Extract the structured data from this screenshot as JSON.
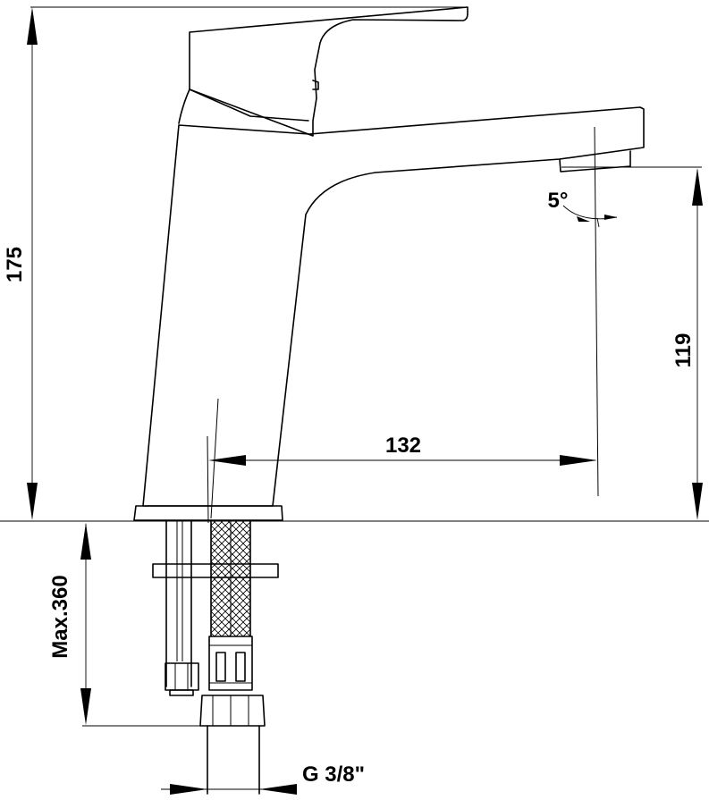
{
  "dimensions": {
    "total_height": "175",
    "spout_height": "119",
    "spout_reach": "132",
    "spout_angle": "5°",
    "hose_length": "Max.360",
    "connection_thread": "G 3/8\""
  }
}
